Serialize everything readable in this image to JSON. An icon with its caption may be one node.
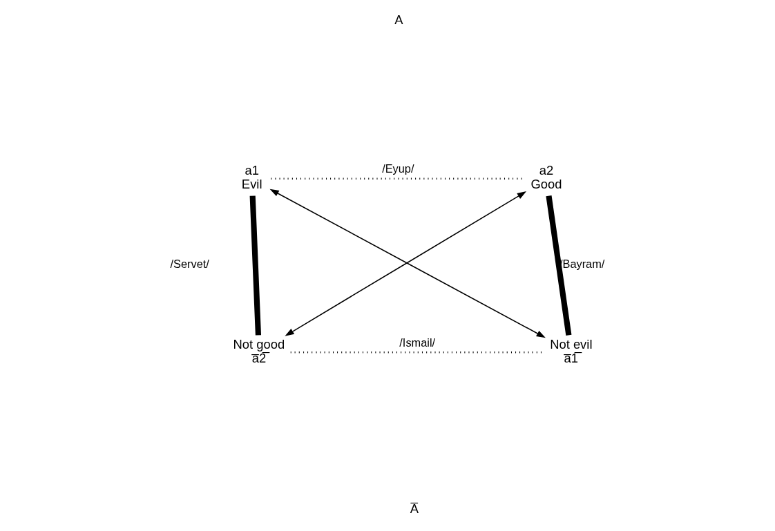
{
  "diagram": {
    "nodes": [
      {
        "text": [
          "a1",
          "Evil"
        ]
      },
      {
        "text": [
          "a2",
          "Good"
        ]
      },
      {
        "text": [
          "Not good",
          "a̅2̅"
        ]
      },
      {
        "text": [
          "Not evil",
          "a̅1̅"
        ]
      }
    ],
    "edges": [
      {
        "from": 0,
        "to": 1,
        "arrow": "none",
        "style": "dashed",
        "label": "/Eyup/"
      },
      {
        "from": 0,
        "to": 2,
        "arrow": "none",
        "style": "thick",
        "label": "/Servet/"
      },
      {
        "from": 1,
        "to": 3,
        "arrow": "none",
        "style": "thick",
        "label": "/Bayram/"
      },
      {
        "from": 0,
        "to": 3,
        "arrow": "both"
      },
      {
        "from": 1,
        "to": 2,
        "arrow": "both"
      },
      {
        "from": 2,
        "to": 3,
        "arrow": "none",
        "style": "dashed",
        "label": "/Ismail/"
      }
    ],
    "labels": [
      "A",
      "A̅"
    ]
  }
}
